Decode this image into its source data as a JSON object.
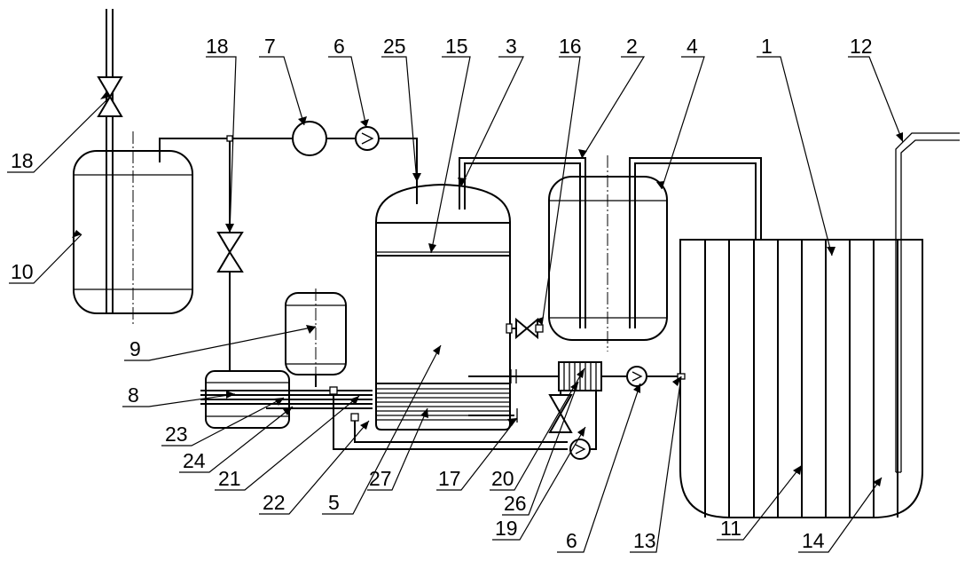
{
  "labels": {
    "l18_top": "18",
    "l7": "7",
    "l6_top": "6",
    "l25": "25",
    "l15": "15",
    "l3": "3",
    "l16": "16",
    "l2": "2",
    "l4": "4",
    "l1": "1",
    "l12": "12",
    "l18_left": "18",
    "l10": "10",
    "l9": "9",
    "l8": "8",
    "l23": "23",
    "l24": "24",
    "l21": "21",
    "l22": "22",
    "l5": "5",
    "l27": "27",
    "l17": "17",
    "l20": "20",
    "l26": "26",
    "l19": "19",
    "l6_bottom": "6",
    "l13": "13",
    "l11": "11",
    "l14": "14"
  }
}
